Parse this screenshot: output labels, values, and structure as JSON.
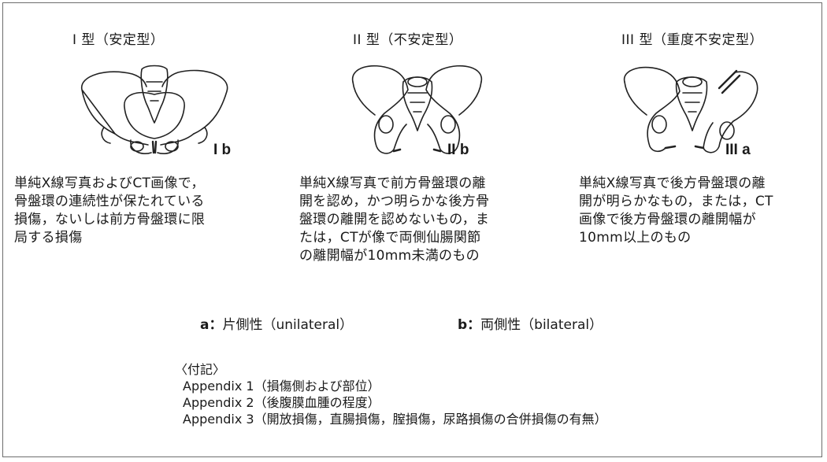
{
  "columns": [
    {
      "title": "I 型（安定型）",
      "subtype": "I b",
      "description": "単純X線写真およびCT画像で，\n骨盤環の連続性が保たれている\n損傷，ないしは前方骨盤環に限\n局する損傷"
    },
    {
      "title": "II 型（不安定型）",
      "subtype": "II b",
      "description": "単純X線写真で前方骨盤環の離\n開を認め，かつ明らかな後方骨\n盤環の離開を認めないもの，ま\nたは，CTが像で両側仙腸関節\nの離開幅が10mm未満のもの"
    },
    {
      "title": "III 型（重度不安定型）",
      "subtype": "III a",
      "description": "単純X線写真で後方骨盤環の離\n開が明らかなもの，または，CT\n画像で後方骨盤環の離開幅が\n10mm以上のもの"
    }
  ],
  "legend": {
    "a_key": "a：",
    "a_text": "片側性（unilateral）",
    "b_key": "b：",
    "b_text": "両側性（bilateral）"
  },
  "notes": {
    "heading": "〈付記〉",
    "items": [
      "Appendix 1（損傷側および部位）",
      "Appendix 2（後腹膜血腫の程度）",
      "Appendix 3（開放損傷，直腸損傷，膣損傷，尿路損傷の合併損傷の有無）"
    ]
  }
}
